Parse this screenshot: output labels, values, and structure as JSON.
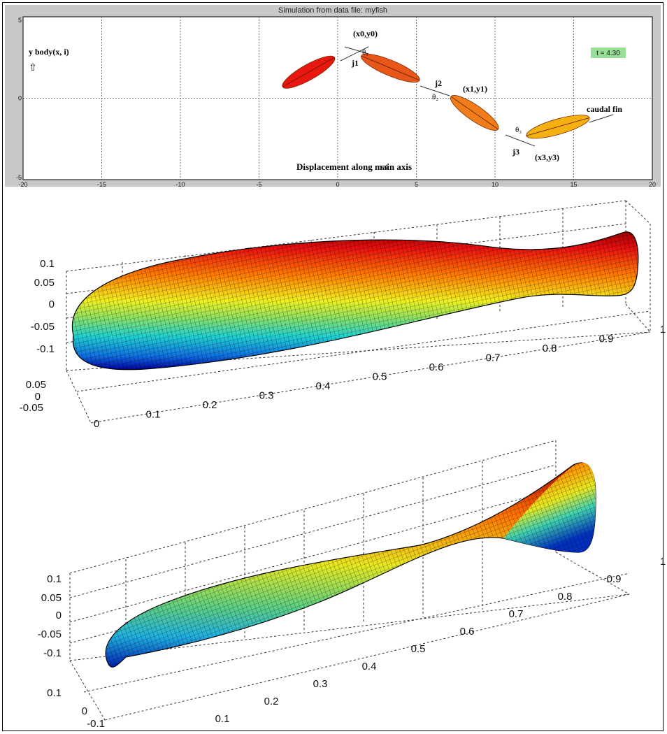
{
  "sim_window": {
    "title": "Simulation from data file: myfish",
    "time_badge": "t = 4.30",
    "annotations": {
      "ylabel": "y body(x, i)",
      "xlabel": "Displacement along main axis",
      "p0": "(x0,y0)",
      "p1": "(x1,y1)",
      "p3": "(x3,y3)",
      "j1": "j1",
      "j2": "j2",
      "j3": "j3",
      "th1": "θ₁",
      "th2": "θ₂",
      "th3": "θ₃",
      "fin": "caudal fin"
    },
    "colors": {
      "window": "#c8c8c8",
      "badge": "#98e098"
    }
  },
  "chart_data": [
    {
      "type": "line",
      "title": "Simulation from data file: myfish",
      "xlabel": "Displacement along main axis",
      "ylabel": "y body(x, i)",
      "xlim": [
        -20,
        20
      ],
      "ylim": [
        -5,
        5
      ],
      "xticks": [
        "-20",
        "-15",
        "-10",
        "-5",
        "0",
        "5",
        "10",
        "15",
        "20"
      ],
      "yticks": [
        "5",
        "0",
        "-5"
      ],
      "grid": true,
      "series": [
        {
          "name": "",
          "x": [
            -3.5,
            -0.2
          ],
          "y": [
            0.7,
            2.5
          ],
          "color": "#e8170f"
        },
        {
          "name": "",
          "x": [
            1.5,
            5.2
          ],
          "y": [
            2.6,
            1.1
          ],
          "color": "#e8561a"
        },
        {
          "name": "",
          "x": [
            7.2,
            10.2
          ],
          "y": [
            0.1,
            -1.9
          ],
          "color": "#f07d1a"
        },
        {
          "name": "",
          "x": [
            12.0,
            16.0
          ],
          "y": [
            -2.3,
            -1.2
          ],
          "color": "#f5b012"
        }
      ]
    },
    {
      "type": "area",
      "zticks": [
        "0.1",
        "0.05",
        "0",
        "-0.05",
        "-0.1"
      ],
      "yticks": [
        "0.05",
        "0",
        "-0.05"
      ],
      "xticks": [
        "0",
        "0.1",
        "0.2",
        "0.3",
        "0.4",
        "0.5",
        "0.6",
        "0.7",
        "0.8",
        "0.9",
        "1"
      ],
      "grid": true
    },
    {
      "type": "area",
      "zticks": [
        "0.1",
        "0.05",
        "0",
        "-0.05",
        "-0.1"
      ],
      "yticks": [
        "0.1",
        "0",
        "-0.1"
      ],
      "xticks": [
        "0.1",
        "0.2",
        "0.3",
        "0.4",
        "0.5",
        "0.6",
        "0.7",
        "0.8",
        "0.9",
        "1"
      ],
      "grid": true
    }
  ]
}
